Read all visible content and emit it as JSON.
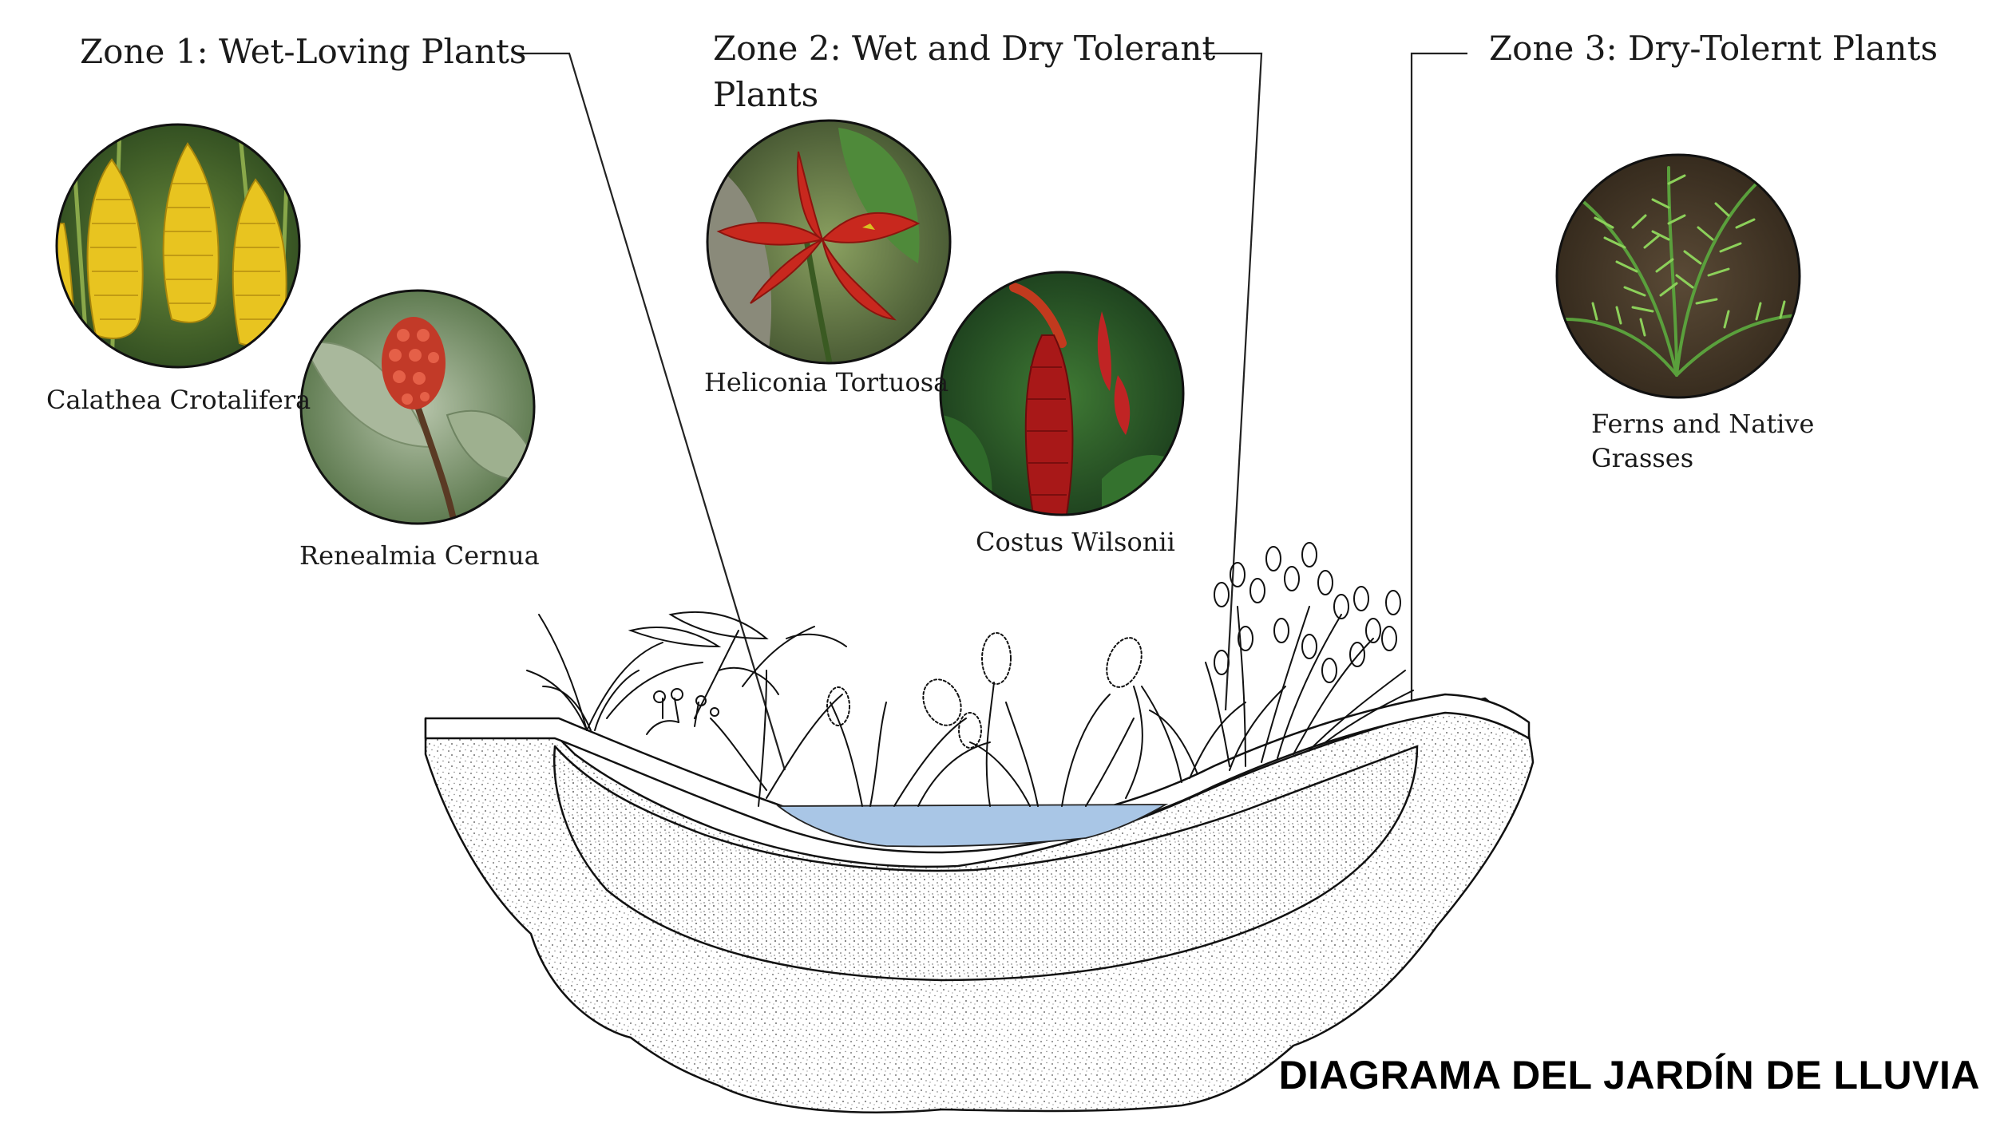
{
  "zones": [
    {
      "title": "Zone 1: Wet-Loving Plants",
      "title_line2": ""
    },
    {
      "title": "Zone 2:  Wet and Dry Tolerant",
      "title_line2": "Plants"
    },
    {
      "title": "Zone 3: Dry-Tolernt Plants",
      "title_line2": ""
    }
  ],
  "plants": [
    {
      "name": "Calathea Crotalifera",
      "name_line2": "",
      "icon": "yellow-flower-photo",
      "color": "#e8c420"
    },
    {
      "name": "Renealmia Cernua",
      "name_line2": "",
      "icon": "red-cone-flower-photo",
      "color": "#c23a28"
    },
    {
      "name": "Heliconia Tortuosa",
      "name_line2": "",
      "icon": "red-bird-flower-photo",
      "color": "#c8281e"
    },
    {
      "name": "Costus Wilsonii",
      "name_line2": "",
      "icon": "red-spike-flower-photo",
      "color": "#b01c1c"
    },
    {
      "name": "Ferns and Native",
      "name_line2": "Grasses",
      "icon": "fern-photo",
      "color": "#5aa03c"
    }
  ],
  "footer": {
    "title": "DIAGRAMA DEL JARDÍN DE LLUVIA"
  },
  "colors": {
    "water": "#a9c6e6",
    "soil": "#f4f4f4",
    "outline": "#111111"
  }
}
